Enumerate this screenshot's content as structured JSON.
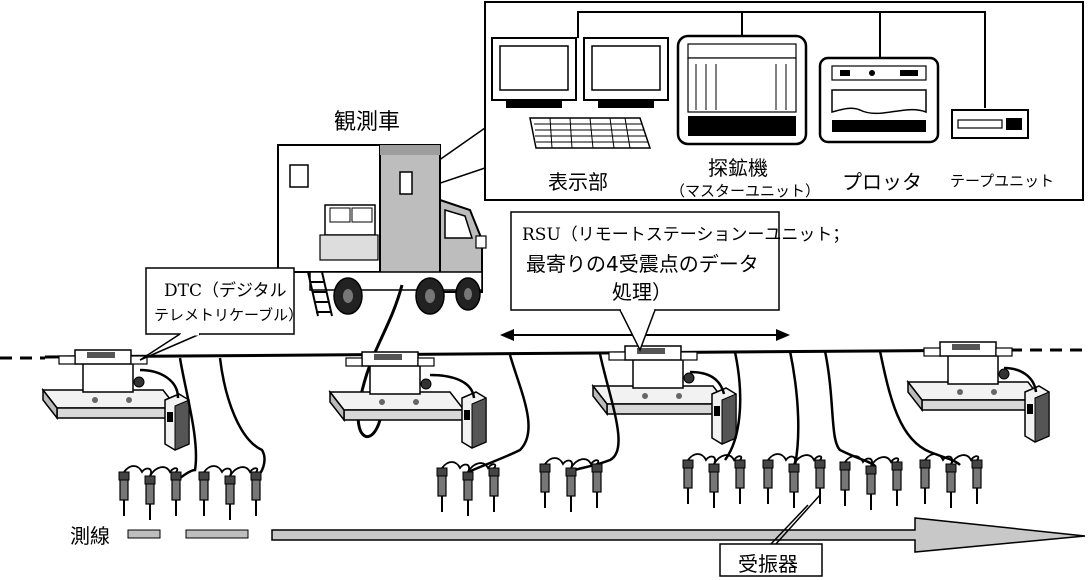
{
  "labels": {
    "vehicle": "観測車",
    "display": "表示部",
    "recorder_line1": "探鉱機",
    "recorder_line2": "（マスターユニット）",
    "plotter": "プロッタ",
    "tape_unit": "テープユニット",
    "rsu_line1": "RSU（リモートステーションーユニット；",
    "rsu_line2": "最寄りの4受震点のデータ",
    "rsu_line3": "処理）",
    "dtc_line1": "DTC（デジタル",
    "dtc_line2": "テレメトリケーブル）",
    "survey_line": "測線",
    "geophone": "受振器"
  }
}
